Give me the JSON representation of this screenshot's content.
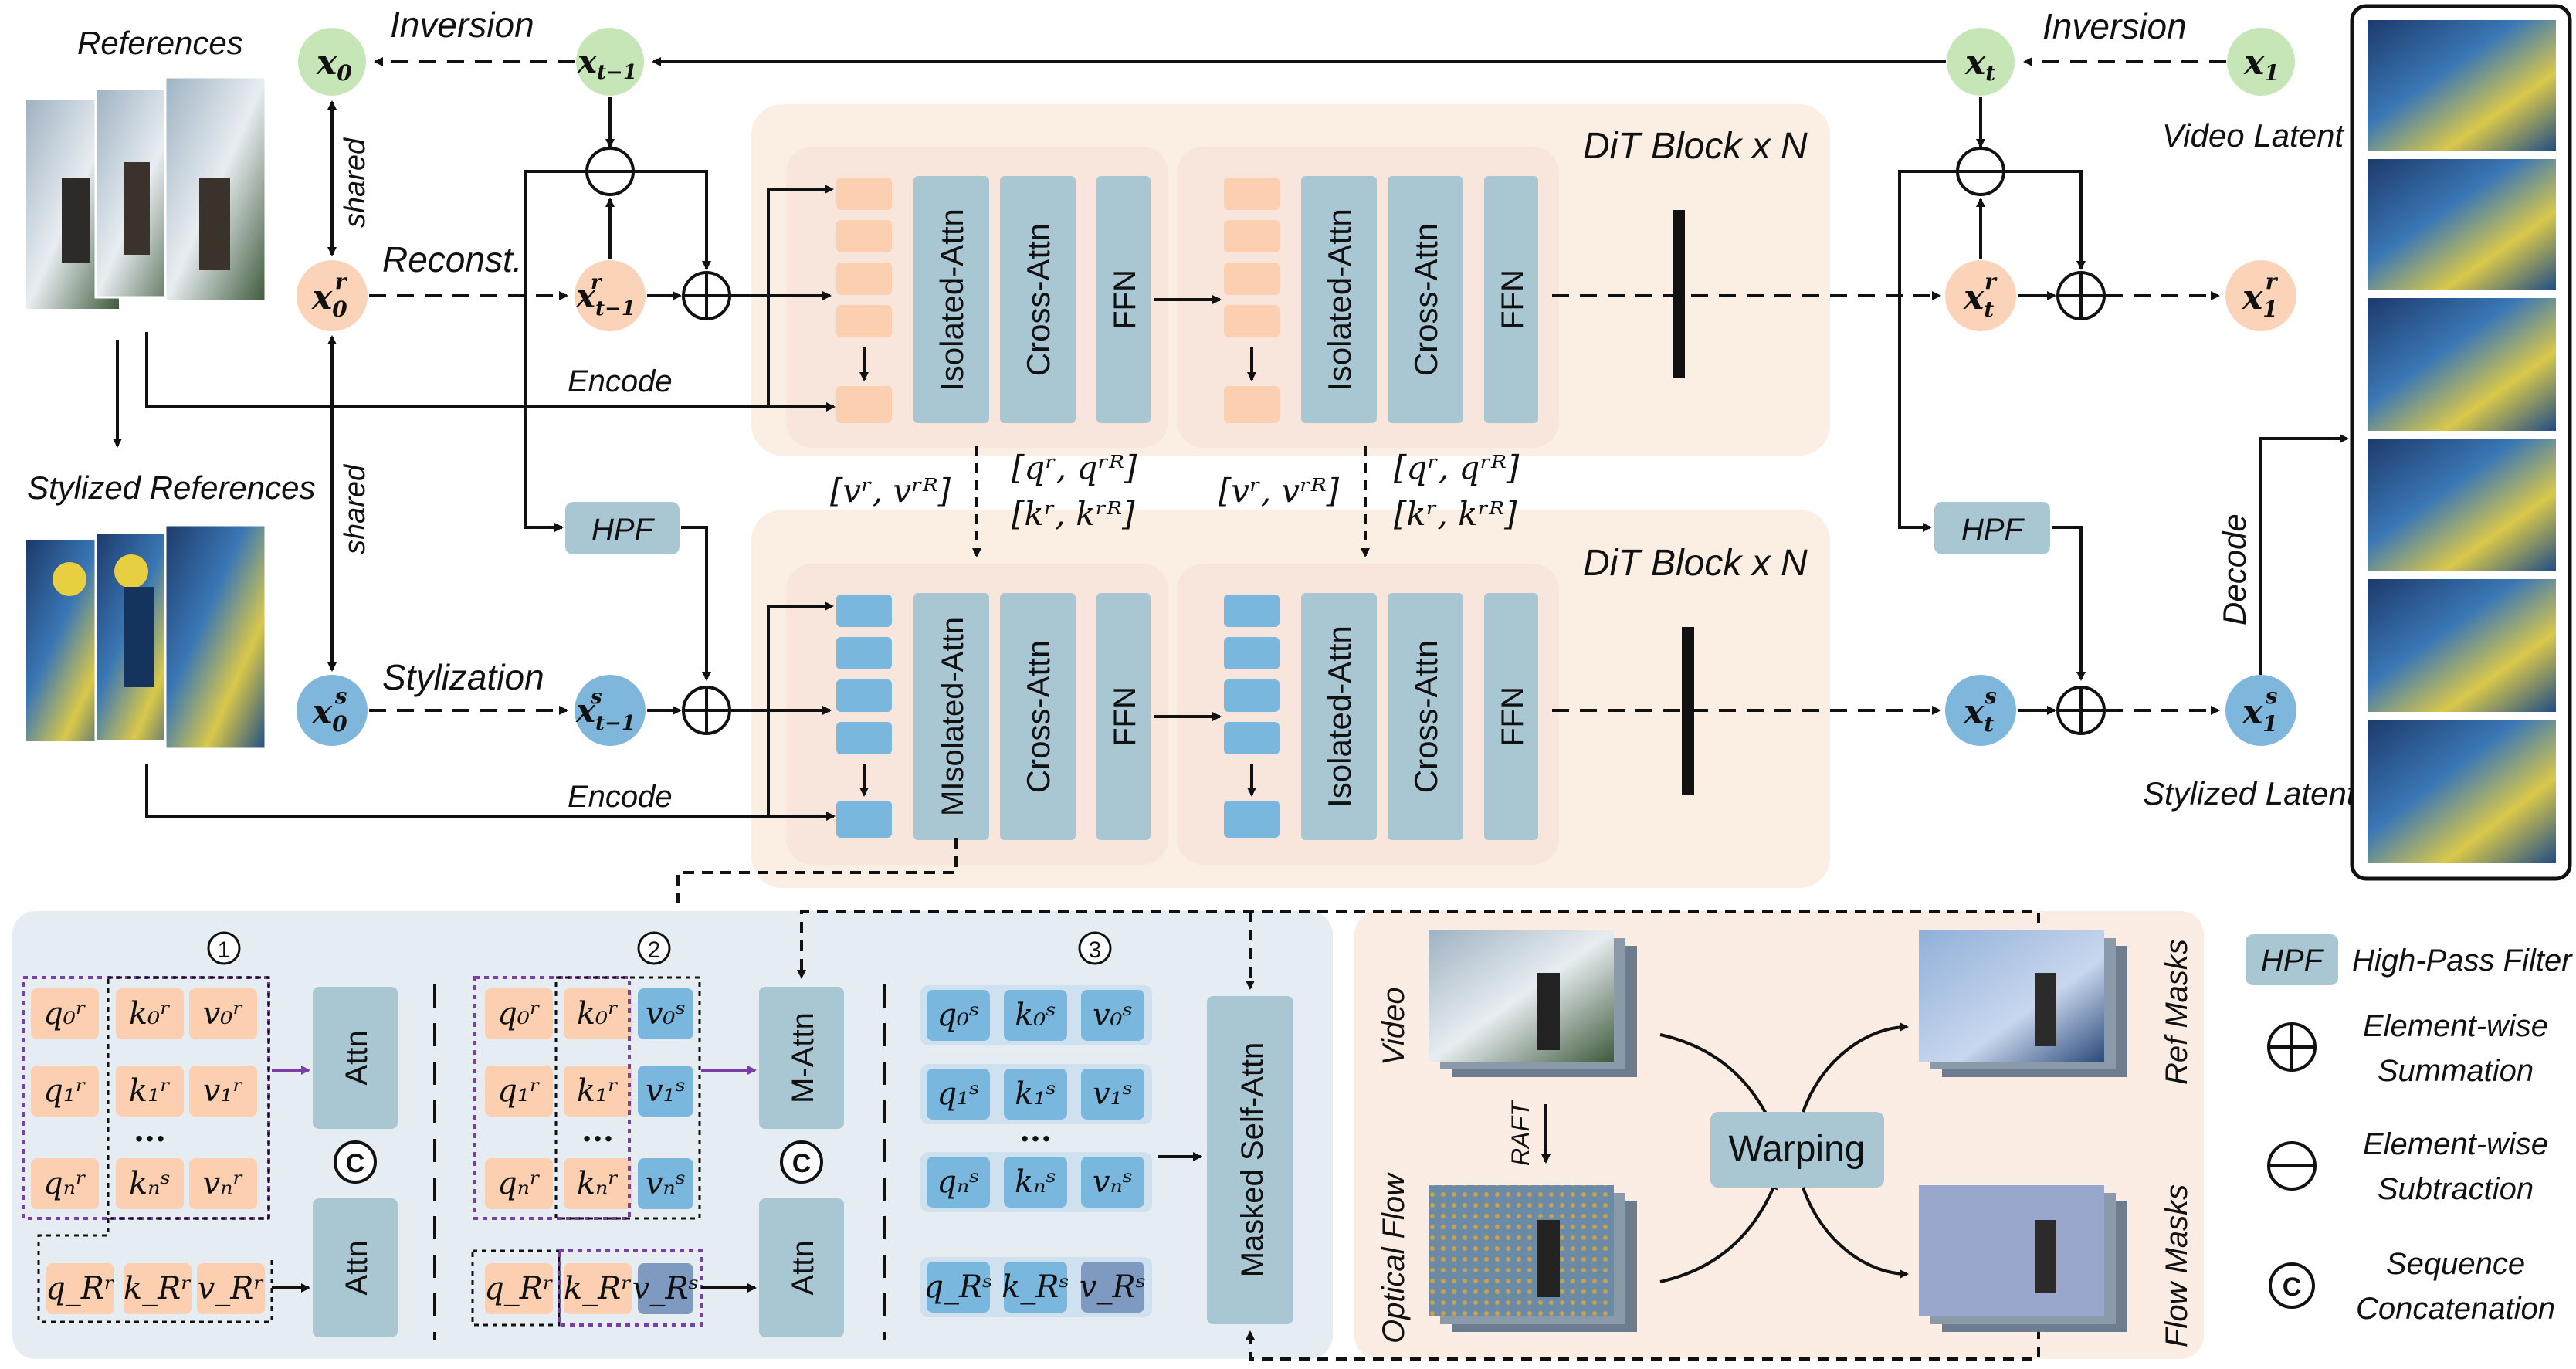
{
  "labels": {
    "references": "References",
    "stylized_references": "Stylized References",
    "inversion_left": "Inversion",
    "inversion_right": "Inversion",
    "reconst": "Reconst.",
    "stylization": "Stylization",
    "shared_top": "shared",
    "shared_bottom": "shared",
    "encode_top": "Encode",
    "encode_bottom": "Encode",
    "hpf": "HPF",
    "dit_block": "DiT Block x N",
    "video_latent": "Video Latent",
    "stylized_latent": "Stylized Latent",
    "decode": "Decode"
  },
  "nodes": {
    "x0": "x",
    "x0_sub": "0",
    "xt1": "x",
    "xt1_sub": "t−1",
    "xt": "x",
    "xt_sub": "t",
    "x1": "x",
    "x1_sub": "1",
    "r": "r",
    "s": "s"
  },
  "blocks": {
    "isolated_attn": "Isolated-Attn",
    "cross_attn": "Cross-Attn",
    "ffn": "FFN",
    "misolated_attn": "MIsolated-Attn"
  },
  "kv_labels": {
    "v_pair": "[vʳ, vʳᴿ]",
    "q_pair": "[qʳ, qʳᴿ]",
    "k_pair": "[kʳ, kʳᴿ]"
  },
  "panel": {
    "step1": "1",
    "step2": "2",
    "step3": "3",
    "attn": "Attn",
    "m_attn": "M-Attn",
    "masked_self_attn": "Masked Self-Attn",
    "concat": "C",
    "dots": "..."
  },
  "warp": {
    "video": "Video",
    "optical_flow": "Optical Flow",
    "raft": "RAFT",
    "warping": "Warping",
    "ref_masks": "Ref Masks",
    "flow_masks": "Flow Masks"
  },
  "legend": {
    "hpf_key": "HPF",
    "hpf_desc": "High-Pass Filter",
    "sum_desc_1": "Element-wise",
    "sum_desc_2": "Summation",
    "sub_desc_1": "Element-wise",
    "sub_desc_2": "Subtraction",
    "cat_key": "C",
    "cat_desc_1": "Sequence",
    "cat_desc_2": "Concatenation"
  },
  "colors": {
    "green_node": "#c6e6b8",
    "orange_node": "#fbd3b8",
    "blue_node": "#7fb6dc",
    "block_gray_blue": "#a9c6d3",
    "orange_token": "#fbcfb0",
    "blue_token": "#7ab7df",
    "top_band": "#fbeee3",
    "bottom_band": "#fbeee3",
    "left_panel": "#e6edf2",
    "right_panel": "#fbece4",
    "purple": "#7a3fa6"
  }
}
